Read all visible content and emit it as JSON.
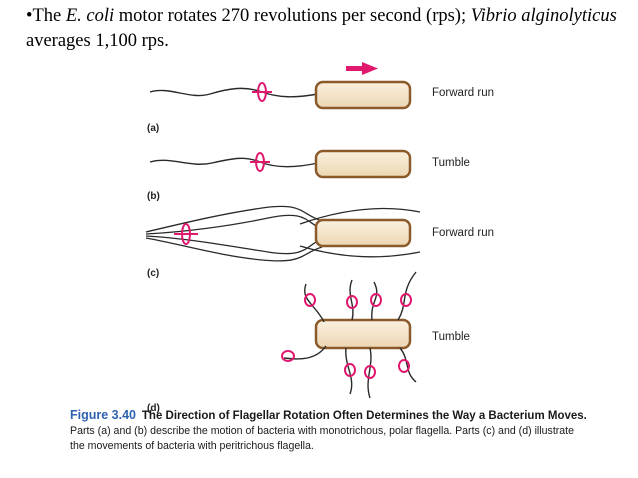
{
  "bullet": {
    "marker": "•",
    "parts": [
      {
        "text": "The ",
        "style": "normal"
      },
      {
        "text": "E. coli",
        "style": "italic"
      },
      {
        "text": " motor rotates 270 revolutions per second (rps); ",
        "style": "normal"
      },
      {
        "text": "Vibrio alginolyticus",
        "style": "italic"
      },
      {
        "text": " averages 1,100 rps.",
        "style": "normal"
      }
    ]
  },
  "figure": {
    "panels": [
      {
        "label": "(a)",
        "motion": "Forward run"
      },
      {
        "label": "(b)",
        "motion": "Tumble"
      },
      {
        "label": "(c)",
        "motion": "Forward run"
      },
      {
        "label": "(d)",
        "motion": "Tumble"
      }
    ],
    "colors": {
      "cell_fill": "#f4e3c8",
      "cell_border": "#8a5a2a",
      "rotation_arrow": "#e0196e",
      "flagellum": "#2a2a2a"
    },
    "caption": {
      "number": "Figure 3.40",
      "title": "The Direction of Flagellar Rotation Often Determines the Way a Bacterium Moves.",
      "body": "Parts (a) and (b) describe the motion of bacteria with monotrichous, polar flagella. Parts (c) and (d) illustrate the movements of bacteria with peritrichous flagella."
    }
  }
}
